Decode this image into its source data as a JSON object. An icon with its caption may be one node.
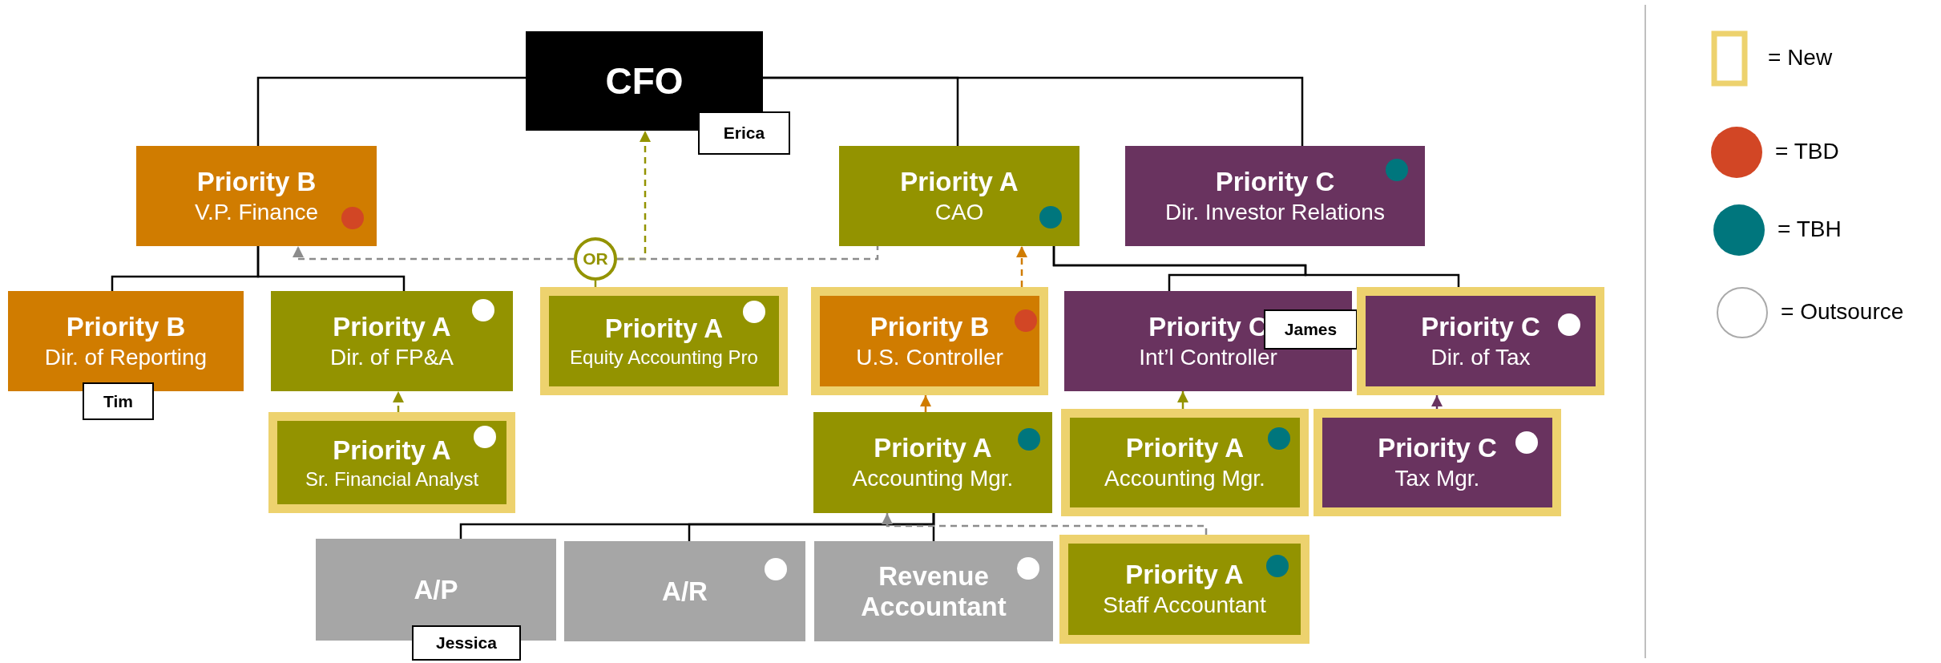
{
  "diagram": {
    "nodes": [
      {
        "text": [
          "CFO"
        ],
        "beside": [
          "Erica"
        ]
      },
      {
        "text": [
          "Priority B",
          "V.P. Finance"
        ]
      },
      {
        "text": [
          "Priority A",
          "CAO"
        ]
      },
      {
        "text": [
          "Priority C",
          "Dir. Investor Relations"
        ]
      },
      {
        "text": [
          "Priority B",
          "Dir. of Reporting"
        ],
        "beside": [
          "Tim"
        ]
      },
      {
        "text": [
          "Priority A",
          "Dir. of FP&A"
        ]
      },
      {
        "text": [
          "Priority A",
          "Equity Accounting Pro"
        ]
      },
      {
        "text": [
          "OR"
        ]
      },
      {
        "text": [
          "Priority B",
          "U.S. Controller"
        ]
      },
      {
        "text": [
          "Priority C",
          "Int’l Controller",
          "James"
        ]
      },
      {
        "text": [
          "Priority C",
          "Dir. of Tax"
        ]
      },
      {
        "text": [
          "Priority A",
          "Sr. Financial Analyst"
        ]
      },
      {
        "text": [
          "Priority A",
          "Accounting Mgr."
        ]
      },
      {
        "text": [
          "Priority A",
          "Accounting Mgr."
        ]
      },
      {
        "text": [
          "Priority C",
          "Tax Mgr."
        ]
      },
      {
        "text": [
          "A/P"
        ],
        "beside": [
          "Jessica"
        ]
      },
      {
        "text": [
          "A/R"
        ]
      },
      {
        "text": [
          "Revenue Accountant"
        ]
      },
      {
        "text": [
          "Priority A",
          "Staff Accountant"
        ]
      }
    ],
    "edges": [
      {
        "from": 0,
        "to": 1,
        "arrow": "none"
      },
      {
        "from": 0,
        "to": 2,
        "arrow": "none"
      },
      {
        "from": 0,
        "to": 3,
        "arrow": "none"
      },
      {
        "from": 1,
        "to": 4,
        "arrow": "none"
      },
      {
        "from": 1,
        "to": 5,
        "arrow": "none"
      },
      {
        "from": 2,
        "to": 9,
        "arrow": "none"
      },
      {
        "from": 2,
        "to": 10,
        "arrow": "none"
      },
      {
        "from": 11,
        "to": 5,
        "arrow": "to",
        "style": "dashed",
        "color": "#939300"
      },
      {
        "from": 6,
        "to": 7,
        "arrow": "none",
        "color": "#939300"
      },
      {
        "from": 7,
        "to": 1,
        "arrow": "to",
        "style": "dashed",
        "color": "#8c8c8c"
      },
      {
        "from": 7,
        "to": 0,
        "arrow": "to",
        "style": "dashed",
        "color": "#939300"
      },
      {
        "from": 7,
        "to": 2,
        "arrow": "none",
        "style": "dashed",
        "color": "#8c8c8c"
      },
      {
        "from": 8,
        "to": 2,
        "arrow": "to",
        "style": "dashed",
        "color": "#d07c00"
      },
      {
        "from": 12,
        "to": 8,
        "arrow": "to",
        "style": "dashed",
        "color": "#d07c00"
      },
      {
        "from": 13,
        "to": 9,
        "arrow": "to",
        "style": "dashed",
        "color": "#939300"
      },
      {
        "from": 14,
        "to": 10,
        "arrow": "to",
        "style": "dashed",
        "color": "#69335f"
      },
      {
        "from": 12,
        "to": 15,
        "arrow": "none"
      },
      {
        "from": 12,
        "to": 16,
        "arrow": "none"
      },
      {
        "from": 12,
        "to": 17,
        "arrow": "none"
      },
      {
        "from": 18,
        "to": 12,
        "arrow": "to",
        "style": "dashed",
        "color": "#8c8c8c"
      }
    ],
    "legend": [
      {
        "text": "= New"
      },
      {
        "text": "= TBD",
        "color": "#d24625"
      },
      {
        "text": "= TBH",
        "color": "#00767d"
      },
      {
        "text": "= Outsource",
        "color": "#ffffff"
      }
    ]
  }
}
